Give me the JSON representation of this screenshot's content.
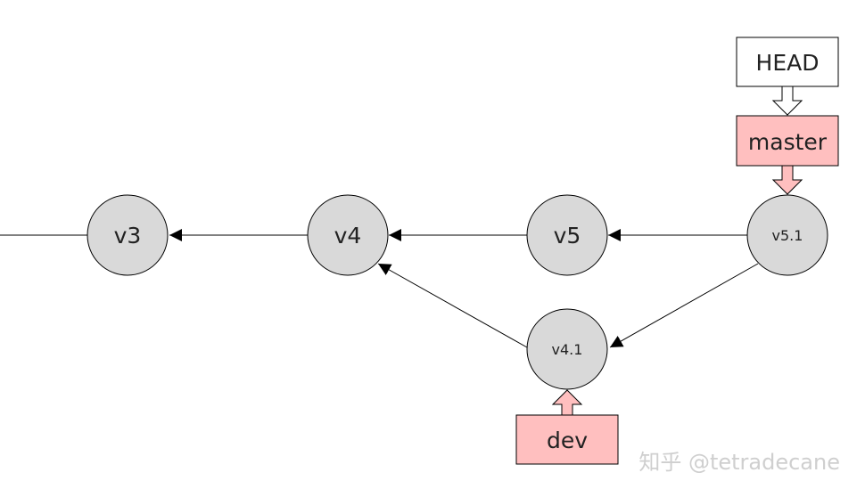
{
  "commits": {
    "v3": "v3",
    "v4": "v4",
    "v5": "v5",
    "v5_1": "v5.1",
    "v4_1": "v4.1"
  },
  "refs": {
    "head": "HEAD",
    "master": "master",
    "dev": "dev"
  },
  "watermark": "知乎 @tetradecane",
  "colors": {
    "commit_fill": "#d9d9d9",
    "branch_fill": "#ffbfbf",
    "head_fill": "#ffffff",
    "stroke": "#000000",
    "watermark": "#cfcfcf"
  }
}
